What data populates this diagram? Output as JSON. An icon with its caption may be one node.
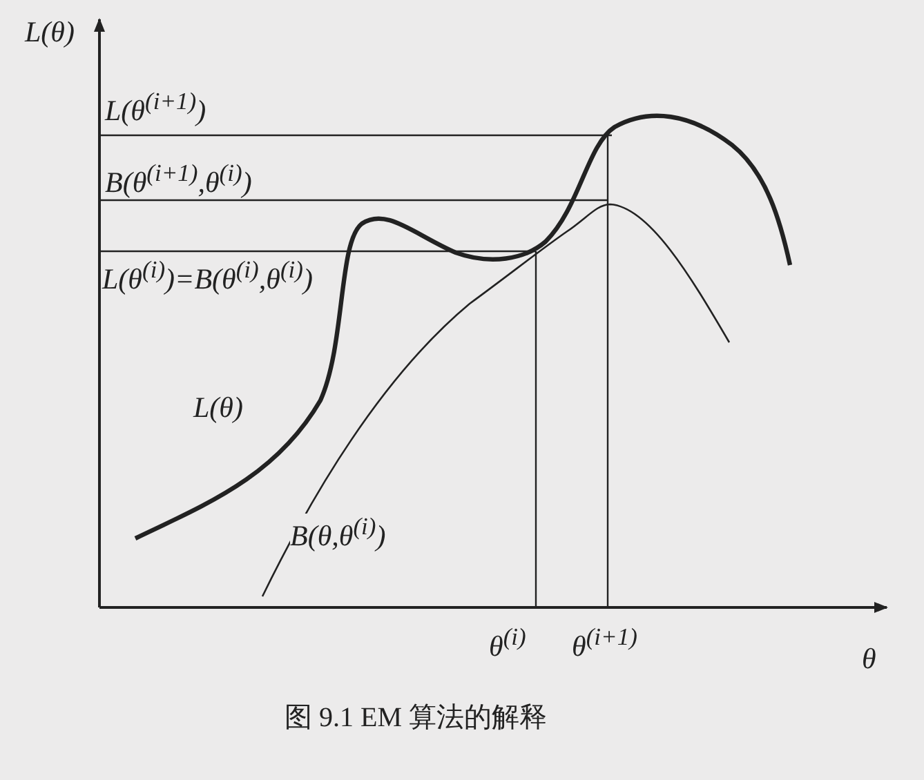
{
  "diagram": {
    "caption": "图 9.1 EM 算法的解释",
    "labels": [
      "L(θ)",
      "L(θ$^{(i+1)}$)",
      "B(θ$^{(i+1)}$,θ$^{(i)}$)",
      "L(θ$^{(i)}$)=B(θ$^{(i)}$,θ$^{(i)}$)",
      "L(θ)",
      "B(θ,θ$^{(i)}$)",
      "θ$^{(i)}$",
      "θ$^{(i+1)}$",
      "θ"
    ]
  }
}
